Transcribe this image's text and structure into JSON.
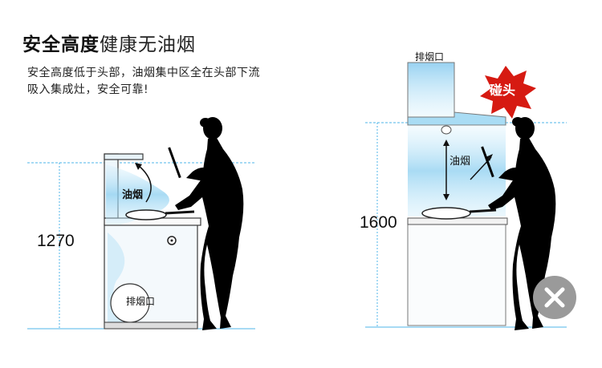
{
  "header": {
    "title_bold": "安全高度",
    "title_light": "健康无油烟",
    "desc_line1": "安全高度低于头部，油烟集中区全在头部下流",
    "desc_line2": "吸入集成灶，安全可靠!"
  },
  "left_diagram": {
    "height": "1270",
    "smoke_label": "油烟",
    "vent_label": "排烟口"
  },
  "right_diagram": {
    "height": "1600",
    "smoke_label": "油烟",
    "hood_label": "排烟口",
    "bump_label": "碰头"
  },
  "colors": {
    "guide_line": "#4fb6e8",
    "smoke": "#9fd6f2",
    "silhouette": "#000000",
    "burst": "#d61a12",
    "close_button": "#9a9a9a"
  },
  "icons": {
    "close": "close-icon"
  }
}
